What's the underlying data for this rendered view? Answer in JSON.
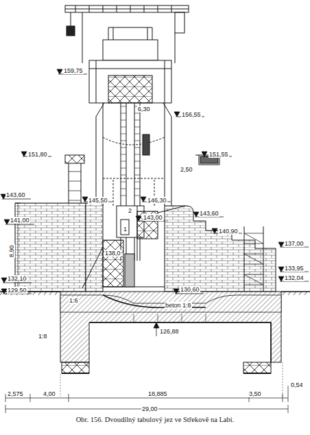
{
  "diagram": {
    "caption": "Obr. 156. Dvoudílný tabulový jez ve Střekově na Labi.",
    "labels": [
      "159,75",
      "156,55",
      "6,30",
      "151,80",
      "151,55",
      "2,50",
      "145,50",
      "146,30",
      "143,60",
      "143,60",
      "143,00",
      "141,00",
      "140,90",
      "1",
      "2",
      "138,0",
      "8,90",
      "137,00",
      "133,95",
      "132,04",
      "132,10",
      "129,50",
      "130,60",
      "1:6",
      "beton 1:8",
      "1:8",
      "126,88",
      "2,575",
      "4,00",
      "18,885",
      "3,50",
      "0,54",
      "29,00"
    ]
  }
}
